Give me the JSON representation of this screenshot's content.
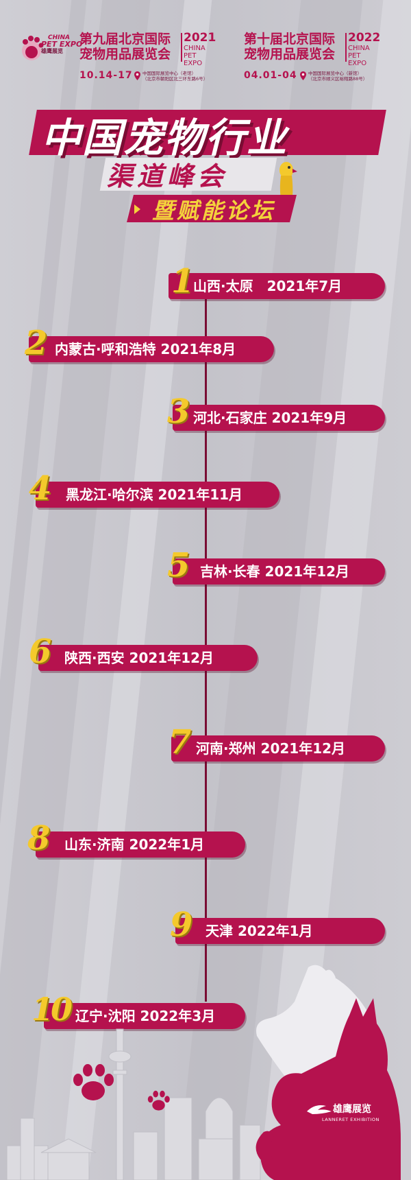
{
  "header": {
    "logo_line1": "CHINA",
    "logo_line2": "PET EXPO",
    "logo_line3": "雄鹰展览",
    "expo2021": {
      "line1": "第九届北京国际",
      "line2": "宠物用品展览会",
      "year": "2021",
      "year_sub1": "CHINA",
      "year_sub2": "PET EXPO",
      "date": "10.14-17",
      "addr1": "中国国际展览中心（老馆）",
      "addr2": "（北京市朝阳区北三环东路6号）"
    },
    "expo2022": {
      "line1": "第十届北京国际",
      "line2": "宠物用品展览会",
      "year": "2022",
      "year_sub1": "CHINA",
      "year_sub2": "PET EXPO",
      "date": "04.01-04",
      "addr1": "中国国际展览中心（新馆）",
      "addr2": "（北京市顺义区裕翔路88号）"
    }
  },
  "title": {
    "main": "中国宠物行业",
    "sub": "渠道峰会",
    "sub2": "暨赋能论坛"
  },
  "stops": [
    {
      "num": "1",
      "text": "山西·太原　2021年7月"
    },
    {
      "num": "2",
      "text": "内蒙古·呼和浩特  2021年8月"
    },
    {
      "num": "3",
      "text": "河北·石家庄  2021年9月"
    },
    {
      "num": "4",
      "text": "黑龙江·哈尔滨  2021年11月"
    },
    {
      "num": "5",
      "text": "吉林·长春  2021年12月"
    },
    {
      "num": "6",
      "text": "陕西·西安  2021年12月"
    },
    {
      "num": "7",
      "text": "河南·郑州  2021年12月"
    },
    {
      "num": "8",
      "text": "山东·济南  2022年1月"
    },
    {
      "num": "9",
      "text": "天津  2022年1月"
    },
    {
      "num": "10",
      "text": "辽宁·沈阳  2022年3月"
    }
  ],
  "footer": {
    "brand": "雄鹰展览",
    "brand_en": "LANNERET EXHIBITION"
  },
  "colors": {
    "primary": "#b5124e",
    "accent": "#f4c92c",
    "background": "#c9c8ce"
  }
}
